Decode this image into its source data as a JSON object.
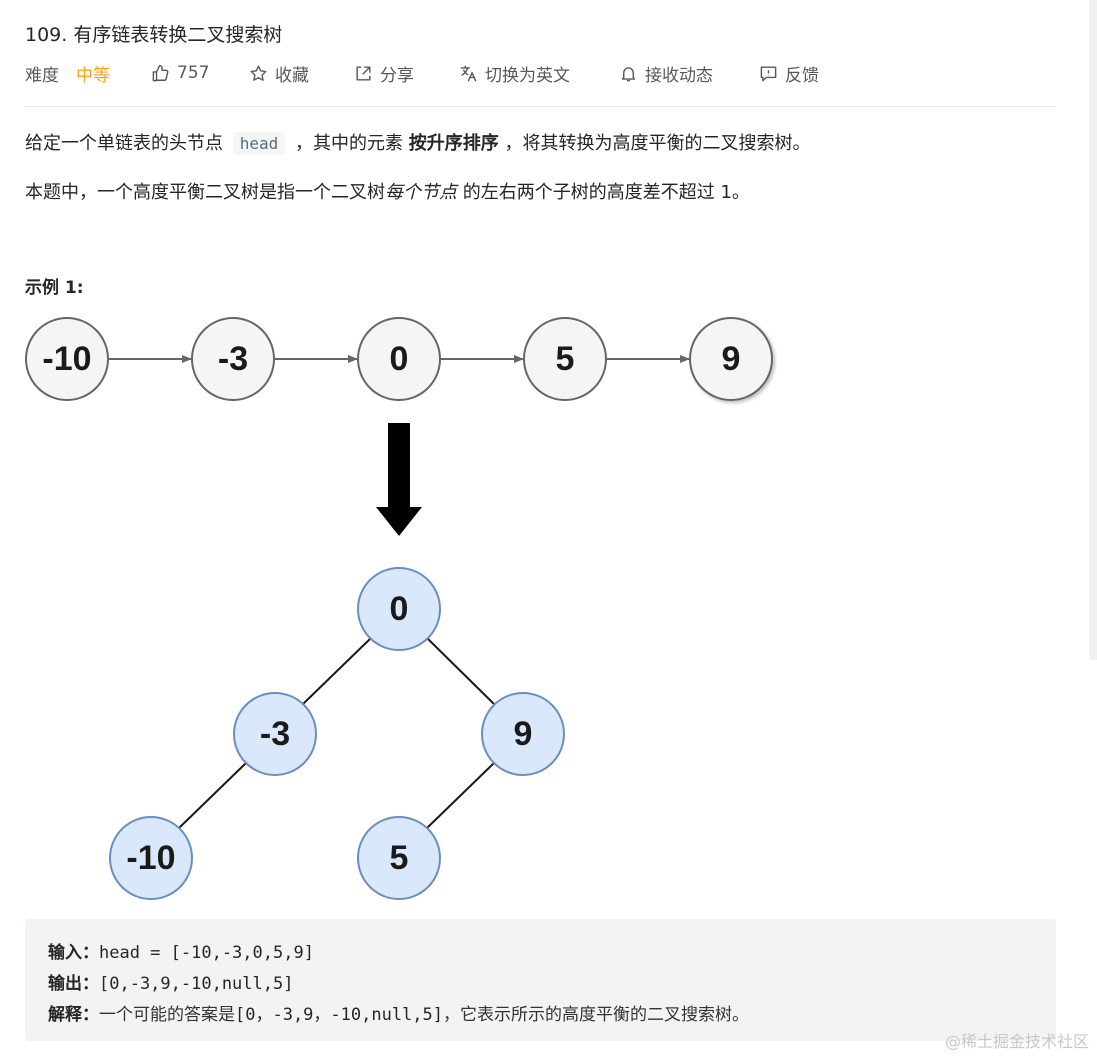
{
  "problem": {
    "title": "109. 有序链表转换二叉搜索树"
  },
  "meta": {
    "difficulty_label": "难度",
    "difficulty_value": "中等",
    "likes": "757",
    "favorite": "收藏",
    "share": "分享",
    "switch_lang": "切换为英文",
    "notifications": "接收动态",
    "feedback": "反馈",
    "icons": [
      "thumb-up-icon",
      "star-icon",
      "share-icon",
      "translate-icon",
      "bell-icon",
      "feedback-icon"
    ]
  },
  "description": {
    "p1_part1": "给定一个单链表的头节点 ",
    "p1_code": "head",
    "p1_part2": " ，其中的元素 ",
    "p1_bold": "按升序排序",
    "p1_part3": " ，将其转换为高度平衡的二叉搜索树。",
    "p2_part1": "本题中，一个高度平衡二叉树是指一个二叉树",
    "p2_italic": "每个节点",
    "p2_part2": " 的左右两个子树的高度差不超过 1。"
  },
  "example": {
    "title": "示例 1:",
    "list_nodes": [
      "-10",
      "-3",
      "0",
      "5",
      "9"
    ],
    "tree_nodes": [
      "0",
      "-3",
      "9",
      "-10",
      "5"
    ],
    "input_label": "输入：",
    "input_value": "head = [-10,-3,0,5,9]",
    "output_label": "输出：",
    "output_value": "[0,-3,9,-10,null,5]",
    "explain_label": "解释：",
    "explain_text1": "一个可能的答案是",
    "explain_value": "[0，-3,9，-10,null,5]",
    "explain_text2": "，它表示所示的高度平衡的二叉搜索树。"
  },
  "colors": {
    "accent_difficulty": "#ffa116",
    "list_node_fill": "#f5f5f5",
    "tree_node_fill": "#dae8fc",
    "tree_node_stroke": "#6c8ebf"
  },
  "watermark": "@稀土掘金技术社区"
}
